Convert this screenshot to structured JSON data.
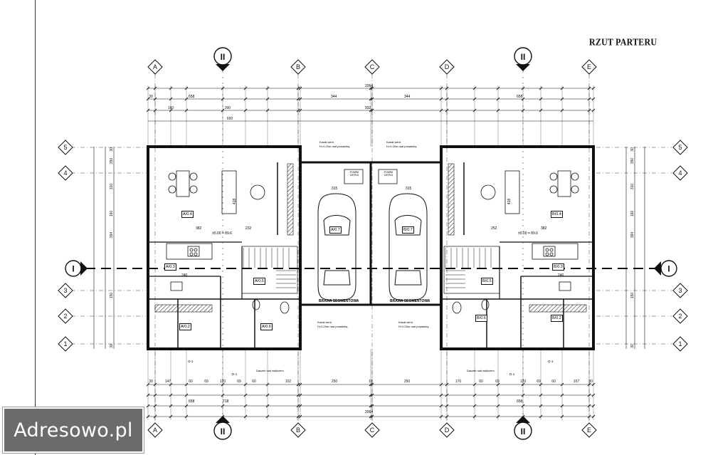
{
  "sheet": {
    "title": "RZUT PARTERU"
  },
  "axes": {
    "letters": [
      "A",
      "B",
      "C",
      "D",
      "E"
    ],
    "numbers": [
      "1",
      "2",
      "3",
      "4",
      "5"
    ],
    "sections": [
      "I",
      "II"
    ]
  },
  "dimensions": {
    "overall": "2064",
    "half_outer": "658",
    "half_inner": "344",
    "middle": "932",
    "top_left": [
      "30",
      "160",
      "300",
      "600"
    ],
    "bottom": [
      "30",
      "147",
      "60",
      "69",
      "120",
      "69",
      "60",
      "102",
      "250",
      "16",
      "250",
      "170",
      "60",
      "69",
      "120",
      "69",
      "60",
      "167",
      "30"
    ],
    "bottom_outer": "718",
    "left_side": [
      "30",
      "350",
      "310",
      "160",
      "394",
      "150",
      "30"
    ],
    "window_left": "150\n240"
  },
  "rooms": {
    "left": [
      {
        "id": "A/0.4",
        "area": ""
      },
      {
        "id": "A/0.3",
        "area": ""
      },
      {
        "id": "A/0.2",
        "area": ""
      },
      {
        "id": "A/0.5",
        "area": ""
      },
      {
        "id": "A/0.6",
        "area": ""
      },
      {
        "id": "A/0.7",
        "area": ""
      }
    ],
    "right": [
      {
        "id": "B/0.4",
        "area": ""
      },
      {
        "id": "B/0.3",
        "area": ""
      },
      {
        "id": "B/0.2",
        "area": ""
      },
      {
        "id": "B/0.5",
        "area": ""
      },
      {
        "id": "B/0.6",
        "area": ""
      },
      {
        "id": "B/0.7",
        "area": ""
      }
    ]
  },
  "labels": {
    "garage_gate": "BRAMA SEGMENTOWA",
    "level_mark": "±0.00 = 89.6",
    "heat_pump": "POMPA CIEPŁA",
    "vent_channel": "Kanał went.",
    "vent_height": "H=0.20m nad posadzką",
    "roof_over": "Daszek nad wejściem",
    "door_tag": "D-1",
    "window_tag": "O-1",
    "dim_382": "382",
    "dim_232": "232",
    "dim_252": "252",
    "dim_315": "315",
    "dim_240": "240",
    "dim_418": "418"
  },
  "watermark": {
    "text": "Adresowo.pl"
  },
  "colors": {
    "line": "#111111",
    "axis_dash": "#222222",
    "watermark_bg": "#6b6b6b"
  }
}
